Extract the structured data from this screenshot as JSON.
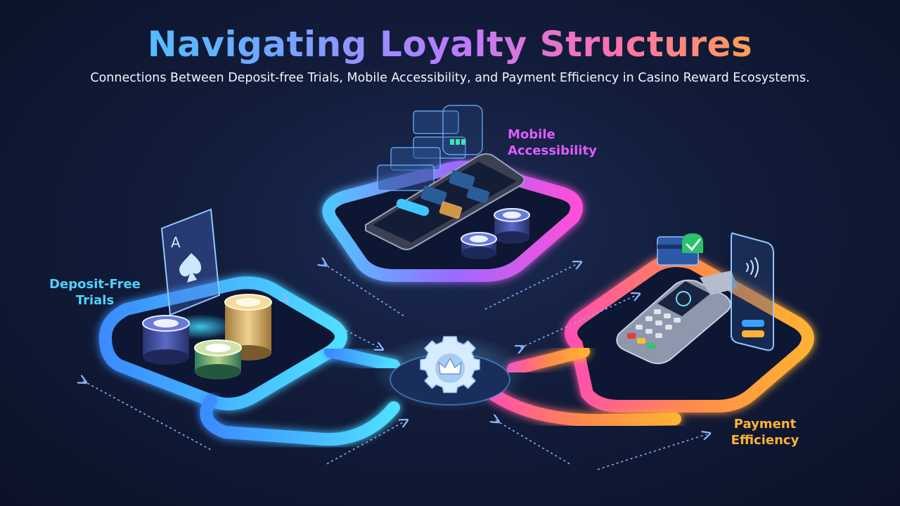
{
  "header": {
    "title": "Navigating Loyalty Structures",
    "subtitle": "Connections Between Deposit-free Trials, Mobile Accessibility, and Payment Efficiency in Casino Reward Ecosystems."
  },
  "nodes": {
    "trials": {
      "line1": "Deposit-Free",
      "line2": "Trials"
    },
    "mobile": {
      "line1": "Mobile",
      "line2": "Accessibility"
    },
    "payment": {
      "line1": "Payment",
      "line2": "Efficiency"
    }
  },
  "card": {
    "rank": "A"
  },
  "colors": {
    "background": "#121c3a",
    "trials_accent": "#4fd2ff",
    "mobile_accent": "#e05cff",
    "payment_accent": "#ffb233",
    "hub": "#d8ecff"
  },
  "icons": {
    "hub": "gear-crown-icon",
    "trials": "playing-card-spade-icon",
    "mobile": "smartphone-icon",
    "payment": "card-terminal-icon",
    "contactless": "contactless-icon",
    "verified": "checkmark-icon"
  }
}
